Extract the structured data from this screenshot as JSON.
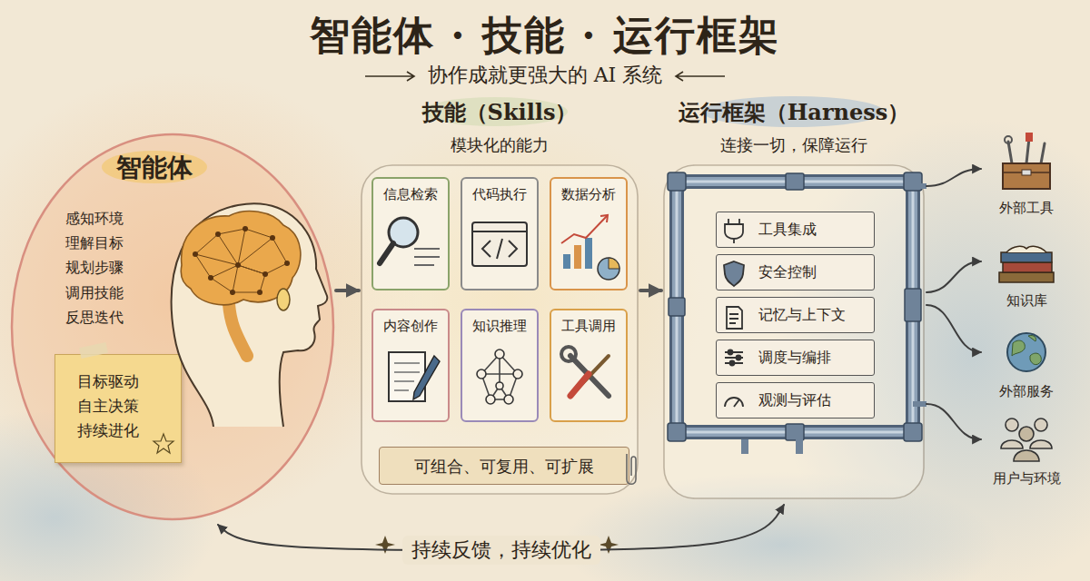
{
  "diagram": {
    "title": "智能体 · 技能 · 运行框架",
    "nodes": [
      {
        "text": [
          "智能体",
          "感知环境 理解目标 规划步骤 调用技能 反思迭代"
        ]
      },
      {
        "text": [
          "目标驱动 自主决策 持续进化"
        ],
        "in": 0
      },
      {
        "text": [
          "技能（Skills）",
          "模块化的能力"
        ]
      },
      {
        "text": [
          "信息检索"
        ],
        "in": 2
      },
      {
        "text": [
          "代码执行"
        ],
        "in": 2
      },
      {
        "text": [
          "数据分析"
        ],
        "in": 2
      },
      {
        "text": [
          "内容创作"
        ],
        "in": 2
      },
      {
        "text": [
          "知识推理"
        ],
        "in": 2
      },
      {
        "text": [
          "工具调用"
        ],
        "in": 2
      },
      {
        "text": [
          "可组合、可复用、可扩展"
        ],
        "in": 2
      },
      {
        "text": [
          "运行框架（Harness）",
          "连接一切，保障运行"
        ]
      },
      {
        "text": [
          "工具集成"
        ],
        "in": 10
      },
      {
        "text": [
          "安全控制"
        ],
        "in": 10
      },
      {
        "text": [
          "记忆与上下文"
        ],
        "in": 10
      },
      {
        "text": [
          "调度与编排"
        ],
        "in": 10
      },
      {
        "text": [
          "观测与评估"
        ],
        "in": 10
      },
      {
        "text": [
          "外部工具"
        ]
      },
      {
        "text": [
          "知识库"
        ]
      },
      {
        "text": [
          "外部服务"
        ]
      },
      {
        "text": [
          "用户与环境"
        ]
      }
    ],
    "edges": [
      {
        "from": 0,
        "to": 2,
        "arrow": "to"
      },
      {
        "from": 2,
        "to": 10,
        "arrow": "to"
      },
      {
        "from": 10,
        "to": 16,
        "arrow": "to"
      },
      {
        "from": 10,
        "to": 17,
        "arrow": "to"
      },
      {
        "from": 10,
        "to": 18,
        "arrow": "to"
      },
      {
        "from": 10,
        "to": 19,
        "arrow": "to"
      },
      {
        "from": 0,
        "to": 10,
        "label": "持续反馈，持续优化",
        "arrow": "both"
      }
    ],
    "labels": [
      "协作成就更强大的 AI 系统"
    ]
  }
}
